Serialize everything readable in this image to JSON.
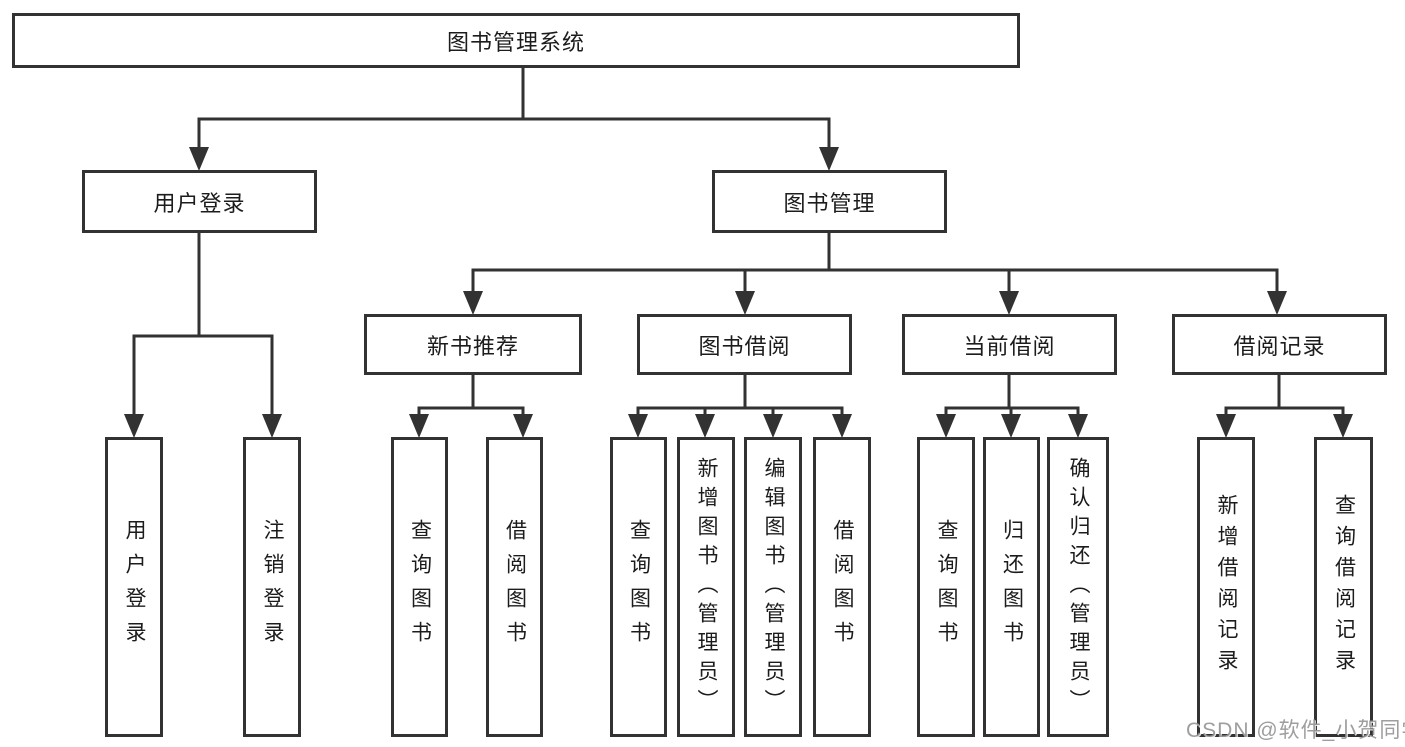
{
  "tree": {
    "root": {
      "label": "图书管理系统",
      "children": [
        {
          "label": "用户登录",
          "children": [
            {
              "label": "用户登录"
            },
            {
              "label": "注销登录"
            }
          ]
        },
        {
          "label": "图书管理",
          "children": [
            {
              "label": "新书推荐",
              "children": [
                {
                  "label": "查询图书"
                },
                {
                  "label": "借阅图书"
                }
              ]
            },
            {
              "label": "图书借阅",
              "children": [
                {
                  "label": "查询图书"
                },
                {
                  "label": "新增图书（管理员）"
                },
                {
                  "label": "编辑图书（管理员）"
                },
                {
                  "label": "借阅图书"
                }
              ]
            },
            {
              "label": "当前借阅",
              "children": [
                {
                  "label": "查询图书"
                },
                {
                  "label": "归还图书"
                },
                {
                  "label": "确认归还（管理员）"
                }
              ]
            },
            {
              "label": "借阅记录",
              "children": [
                {
                  "label": "新增借阅记录"
                },
                {
                  "label": "查询借阅记录"
                }
              ]
            }
          ]
        }
      ]
    }
  },
  "watermark": "CSDN @软件_小贺同学",
  "colors": {
    "line": "#323232",
    "text": "#1c1c1c",
    "watermark": "#949494",
    "background": "#ffffff"
  }
}
